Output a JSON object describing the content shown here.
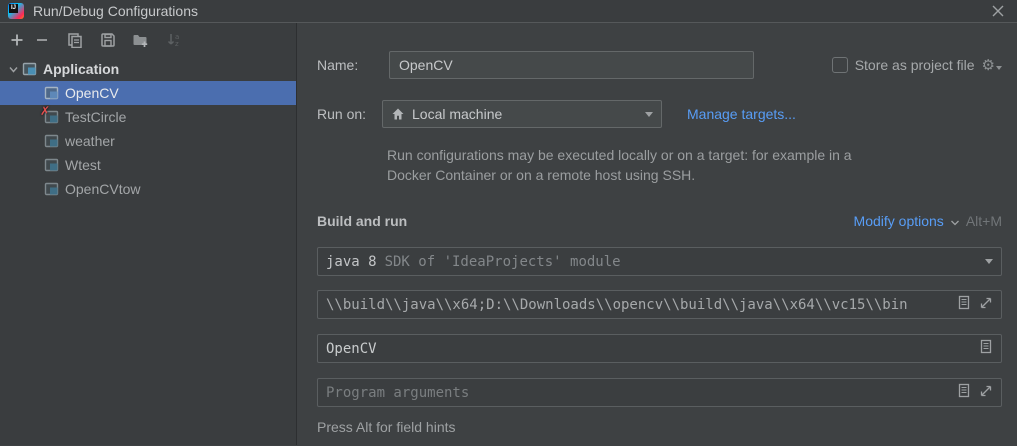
{
  "colors": {
    "panel-left": "#3a3d3f",
    "panel-right": "#3e4143",
    "selection-bg": "#4b6eaf",
    "link-color": "#589df6"
  },
  "window": {
    "title": "Run/Debug Configurations"
  },
  "toolbar": {
    "icons": [
      {
        "name": "add-icon",
        "glyph": "+"
      },
      {
        "name": "remove-icon",
        "glyph": "−"
      },
      {
        "name": "copy-icon",
        "glyph": "duplicate-pages"
      },
      {
        "name": "save-icon",
        "glyph": "floppy-disk"
      },
      {
        "name": "new-folder-icon",
        "glyph": "folder-plus"
      },
      {
        "name": "sort-icon",
        "glyph": "arrow-down-az",
        "disabled": true
      }
    ]
  },
  "sidebar": {
    "root": {
      "label": "Application"
    },
    "items": [
      {
        "label": "OpenCV",
        "selected": true
      },
      {
        "label": "TestCircle",
        "error": true
      },
      {
        "label": "weather"
      },
      {
        "label": "Wtest"
      },
      {
        "label": "OpenCVtow"
      }
    ]
  },
  "form": {
    "name_label": "Name:",
    "name_value": "OpenCV",
    "store_checkbox_label": "Store as project file",
    "run_on_label": "Run on:",
    "run_on_value": "Local machine",
    "manage_targets_link": "Manage targets...",
    "description": "Run configurations may be executed locally or on a target: for example in a Docker Container or on a remote host using SSH.",
    "build_and_run": {
      "header": "Build and run",
      "modify_options_link": "Modify options",
      "shortcut": "Alt+M",
      "sdk_primary": "java 8",
      "sdk_secondary": "SDK of 'IdeaProjects' module",
      "classpath_value": "\\\\build\\\\java\\\\x64;D:\\\\Downloads\\\\opencv\\\\build\\\\java\\\\x64\\\\vc15\\\\bin",
      "main_class_value": "OpenCV",
      "program_args_placeholder": "Program arguments"
    },
    "hint": "Press Alt for field hints"
  }
}
